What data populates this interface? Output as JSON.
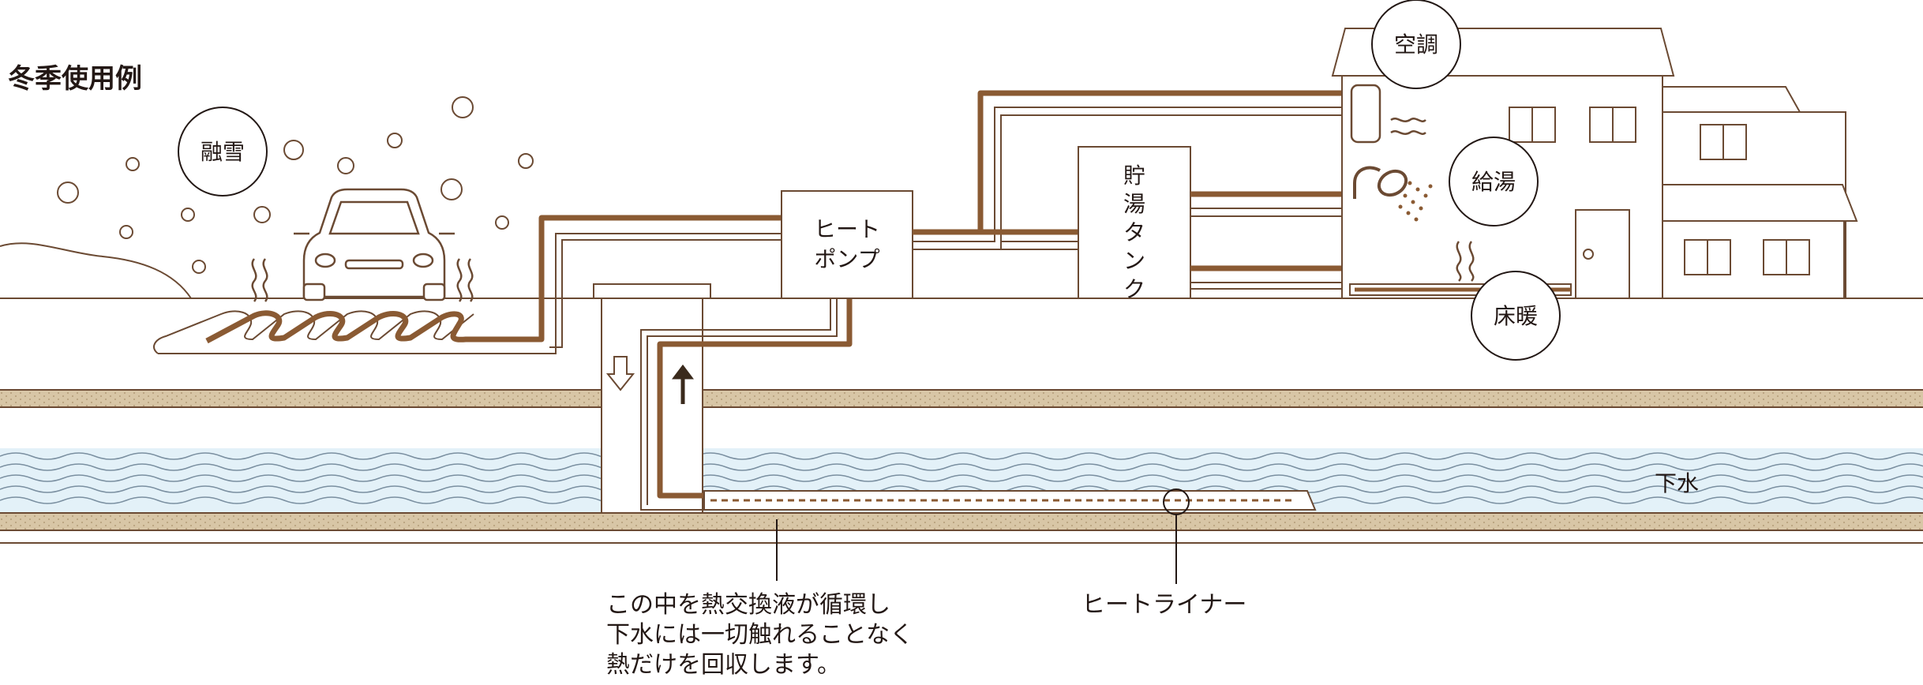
{
  "title": "冬季使用例",
  "bubbles": {
    "snow_melt": "融雪",
    "aircon": "空調",
    "hot_water": "給湯",
    "floor_heating": "床暖"
  },
  "heat_pump": {
    "line1": "ヒート",
    "line2": "ポンプ"
  },
  "storage_tank": {
    "chars": [
      "貯",
      "湯",
      "タ",
      "ン",
      "ク"
    ]
  },
  "sewage_label": "下水",
  "callout_inside": {
    "line1": "この中を熱交換液が循環し",
    "line2": "下水には一切触れることなく",
    "line3": "熱だけを回収します。"
  },
  "heat_liner_label": "ヒートライナー",
  "colors": {
    "pipe": "#8a5a33",
    "outline": "#6b4a33",
    "soil": "#d8c6a6",
    "water": "#e3f1f8",
    "text": "#231815"
  }
}
